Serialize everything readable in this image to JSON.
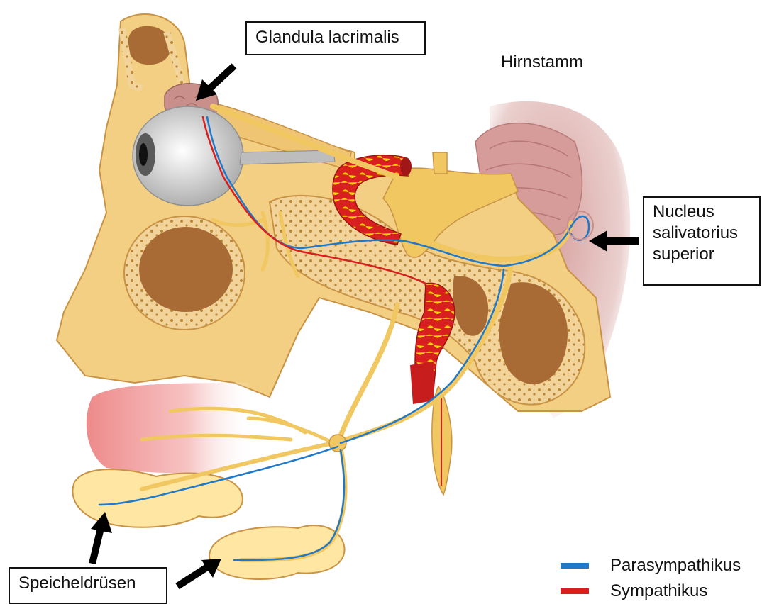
{
  "labels": {
    "lacrimal_gland": "Glandula lacrimalis",
    "brainstem": "Hirnstamm",
    "nucleus_line1": "Nucleus",
    "nucleus_line2": "salivatorius",
    "nucleus_line3": "superior",
    "salivary_glands": "Speicheldrüsen"
  },
  "legend": {
    "items": [
      {
        "label": "Parasympathikus",
        "color": "#1f78c8"
      },
      {
        "label": "Sympathikus",
        "color": "#d81e1e"
      }
    ]
  },
  "colors": {
    "bone": "#f2cf82",
    "bone_dark": "#d8a24c",
    "nerve": "#f0c760",
    "parasympathetic": "#1f78c8",
    "sympathetic": "#d81e1e",
    "brainstem": "#e6b7b4",
    "gland": "#ffe6a2",
    "parotid_region": "#ef8f8f"
  }
}
